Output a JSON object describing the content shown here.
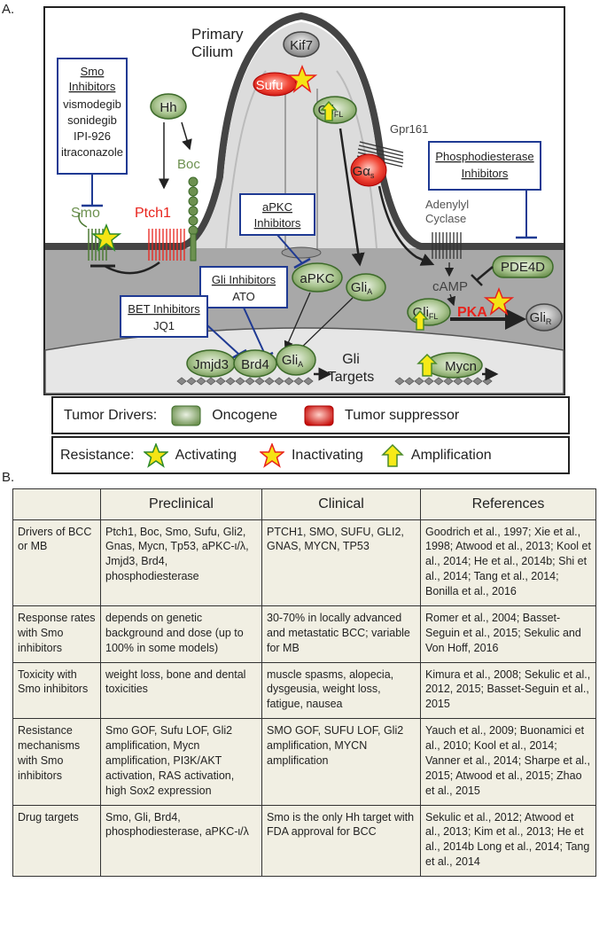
{
  "panel_a_label": "A.",
  "panel_b_label": "B.",
  "cilium": {
    "title_line1": "Primary",
    "title_line2": "Cilium"
  },
  "labels": {
    "kif7": "Kif7",
    "sufu": "Sufu",
    "gli_fl": "Gli",
    "gli_fl_sub": "FL",
    "gpr161": "Gpr161",
    "gas": "Gα",
    "gas_sub": "s",
    "hh": "Hh",
    "boc": "Boc",
    "smo": "Smo",
    "ptch1": "Ptch1",
    "adenylyl_line1": "Adenylyl",
    "adenylyl_line2": "Cyclase",
    "pde4d": "PDE4D",
    "camp": "cAMP",
    "pka": "PKA",
    "apkc": "aPKC",
    "gli_a": "Gli",
    "gli_a_sub": "A",
    "gli_r": "Gli",
    "gli_r_sub": "R",
    "jmjd3": "Jmjd3",
    "brd4": "Brd4",
    "gli_targets_line1": "Gli",
    "gli_targets_line2": "Targets",
    "mycn": "Mycn"
  },
  "inhibitor_boxes": {
    "smo": {
      "title": "Smo",
      "title2": "Inhibitors",
      "items": [
        "vismodegib",
        "sonidegib",
        "IPI-926",
        "itraconazole"
      ]
    },
    "phosphodiesterase": {
      "title": "Phosphodiesterase",
      "title2": "Inhibitors"
    },
    "apkc": {
      "title": "aPKC",
      "title2": "Inhibitors"
    },
    "gli": {
      "title": "Gli Inhibitors",
      "item": "ATO"
    },
    "bet": {
      "title": "BET Inhibitors",
      "item": "JQ1"
    }
  },
  "legend": {
    "tumor_drivers": {
      "label": "Tumor Drivers:",
      "oncogene": "Oncogene",
      "suppressor": "Tumor suppressor"
    },
    "resistance": {
      "label": "Resistance:",
      "activating": "Activating",
      "inactivating": "Inactivating",
      "amplification": "Amplification"
    }
  },
  "colors": {
    "oncogene_green": "#7a9f5e",
    "suppressor_red": "#e8231c",
    "membrane": "#555555",
    "inhibitor_blue": "#1f3a93",
    "activating_star": "#f5e414",
    "amplification_arrow": "#f7ea18",
    "table_bg": "#f1efe3"
  },
  "table": {
    "headers": [
      "",
      "Preclinical",
      "Clinical",
      "References"
    ],
    "rows": [
      {
        "label": "Drivers of BCC or MB",
        "preclinical": "Ptch1, Boc, Smo, Sufu, Gli2, Gnas, Mycn, Tp53, aPKC-ι/λ, Jmjd3, Brd4, phosphodiesterase",
        "clinical": "PTCH1, SMO, SUFU, GLI2, GNAS, MYCN, TP53",
        "references": "Goodrich et al., 1997; Xie et al., 1998; Atwood et al., 2013; Kool et al., 2014; He et al., 2014b; Shi et al., 2014; Tang et al., 2014; Bonilla et al., 2016"
      },
      {
        "label": "Response rates with Smo inhibitors",
        "preclinical": "depends on genetic background and dose (up to 100% in some models)",
        "clinical": "30-70% in locally advanced and metastatic BCC; variable for MB",
        "references": "Romer et al., 2004; Basset-Seguin et al., 2015; Sekulic and Von Hoff, 2016"
      },
      {
        "label": "Toxicity with Smo inhibitors",
        "preclinical": "weight loss, bone and dental toxicities",
        "clinical": "muscle spasms, alopecia, dysgeusia, weight loss, fatigue, nausea",
        "references": "Kimura et al., 2008; Sekulic et al., 2012, 2015; Basset-Seguin et al., 2015"
      },
      {
        "label": "Resistance mechanisms with Smo inhibitors",
        "preclinical": "Smo GOF, Sufu LOF, Gli2 amplification, Mycn amplification, PI3K/AKT activation, RAS activation, high Sox2 expression",
        "clinical": "SMO GOF, SUFU LOF, Gli2 amplification, MYCN amplification",
        "references": "Yauch et al., 2009; Buonamici et al., 2010; Kool et al., 2014; Vanner et al., 2014; Sharpe et al., 2015; Atwood et al., 2015; Zhao et al., 2015"
      },
      {
        "label": "Drug targets",
        "preclinical": "Smo, Gli, Brd4, phosphodiesterase, aPKC-ι/λ",
        "clinical": "Smo is the only Hh target with FDA approval for BCC",
        "references": "Sekulic et al., 2012; Atwood et al., 2013; Kim et al., 2013; He et al., 2014b Long et al., 2014; Tang et al., 2014"
      }
    ]
  }
}
